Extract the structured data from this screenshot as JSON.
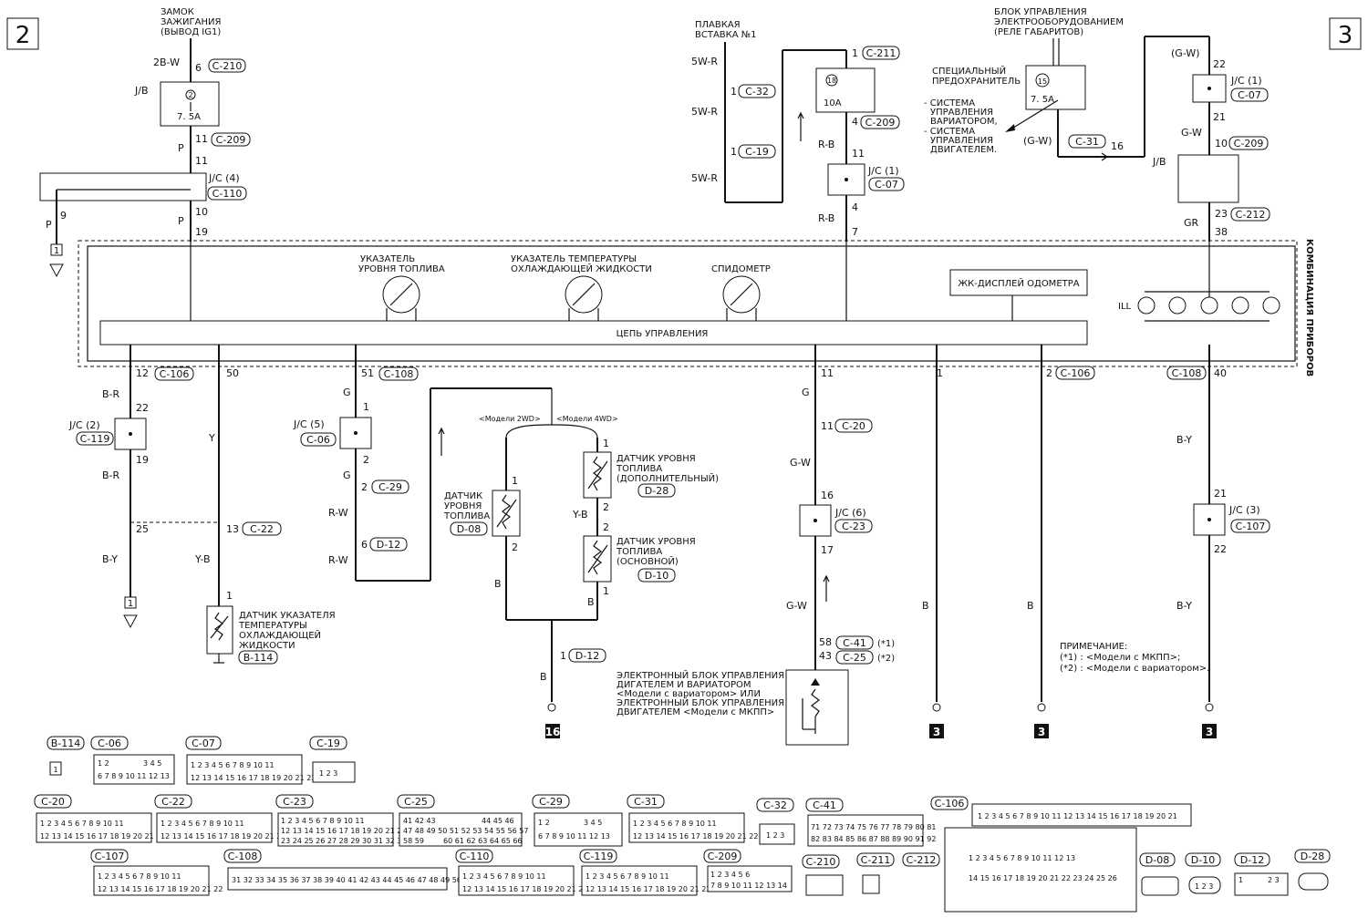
{
  "page": {
    "left_tag": "2",
    "right_tag": "3"
  },
  "top": {
    "ignition": {
      "line1": "ЗАМОК",
      "line2": "ЗАЖИГАНИЯ",
      "line3": "(ВЫВОД IG1)",
      "wire": "2B-W",
      "pin": "6",
      "conn": "C-210"
    },
    "jb_left": {
      "label": "J/B",
      "fuse_no": "2",
      "fuse_rating": "7. 5A",
      "pin_out": "11",
      "conn": "C-209",
      "wire": "P"
    },
    "jc4": {
      "label": "J/C (4)",
      "conn": "C-110",
      "pin_in": "11",
      "pin_out": "10",
      "pin_left": "9",
      "wire_left": "P",
      "wire_down": "P",
      "cluster_pin": "19"
    },
    "fusible": {
      "line1": "ПЛАВКАЯ",
      "line2": "ВСТАВКА №1",
      "wire1": "5W-R",
      "wire2": "5W-R",
      "wire3": "5W-R",
      "pin_a": "1",
      "conn_a": "C-32",
      "pin_b": "1",
      "conn_b": "C-19"
    },
    "fuse18": {
      "pin_in": "1",
      "conn_in": "C-211",
      "fuse_no": "18",
      "rating": "10A",
      "pin_out": "4",
      "conn_out": "C-209",
      "wire": "R-B"
    },
    "jc1_mid": {
      "label": "J/C (1)",
      "conn": "C-07",
      "pin_in": "11",
      "pin_out": "4",
      "wire": "R-B",
      "cluster_pin": "7"
    },
    "control_unit": {
      "line1": "БЛОК УПРАВЛЕНИЯ",
      "line2": "ЭЛЕКТРООБОРУДОВАНИЕМ",
      "line3": "(РЕЛЕ ГАБАРИТОВ)"
    },
    "special_fuse": {
      "line1": "СПЕЦИАЛЬНЫЙ",
      "line2": "ПРЕДОХРАНИТЕЛЬ",
      "fuse_no": "15",
      "rating": "7. 5A"
    },
    "systems": {
      "line1": "- СИСТЕМА",
      "line2": "УПРАВЛЕНИЯ",
      "line3": "ВАРИАТОРОМ,",
      "line4": "- СИСТЕМА",
      "line5": "УПРАВЛЕНИЯ",
      "line6": "ДВИГАТЕЛЕМ."
    },
    "c31": {
      "wire": "(G-W)",
      "conn": "C-31",
      "pin": "16"
    },
    "right_col": {
      "wire_top": "(G-W)",
      "pin1": "22",
      "jc_label": "J/C (1)",
      "jc_conn": "C-07",
      "pin2": "21",
      "wire_mid": "G-W",
      "pin3": "10",
      "conn3": "C-209",
      "jb": "J/B",
      "pin4": "23",
      "conn4": "C-212",
      "wire_bot": "GR",
      "cluster_pin": "38"
    }
  },
  "cluster": {
    "title": "КОМБИНАЦИЯ ПРИБОРОВ",
    "fuel_gauge": {
      "line1": "УКАЗАТЕЛЬ",
      "line2": "УРОВНЯ ТОПЛИВА"
    },
    "temp_gauge": {
      "line1": "УКАЗАТЕЛЬ ТЕМПЕРАТУРЫ",
      "line2": "ОХЛАЖДАЮЩЕЙ ЖИДКОСТИ"
    },
    "speedometer": "СПИДОМЕТР",
    "odometer": "ЖК-ДИСПЛЕЙ ОДОМЕТРА",
    "control_circuit": "ЦЕПЬ УПРАВЛЕНИЯ",
    "ill": "ILL"
  },
  "bottom": {
    "c1": {
      "pin": "12",
      "conn": "C-106",
      "wire1": "B-R",
      "pin2": "22",
      "jc": "J/C (2)",
      "jc_conn": "C-119",
      "pin3": "19",
      "wire2": "B-R",
      "pin4": "25",
      "wire3": "B-Y",
      "term": "1"
    },
    "c2": {
      "pin": "50",
      "wire1": "Y",
      "pin2": "13",
      "conn2": "C-22",
      "wire2": "Y-B",
      "pin3": "1",
      "sensor_line1": "ДАТЧИК УКАЗАТЕЛЯ",
      "sensor_line2": "ТЕМПЕРАТУРЫ",
      "sensor_line3": "ОХЛАЖДАЮЩЕЙ",
      "sensor_line4": "ЖИДКОСТИ",
      "sensor_conn": "B-114"
    },
    "c3": {
      "pin": "51",
      "conn": "C-108",
      "wire1": "G",
      "pin1": "1",
      "jc": "J/C (5)",
      "jc_conn": "C-06",
      "pin2": "2",
      "wire2": "G",
      "pin3": "2",
      "conn3": "C-29",
      "wire3": "R-W",
      "pin4": "6",
      "conn4": "D-12",
      "wire4": "R-W"
    },
    "models2wd": "<Модели 2WD>",
    "models4wd": "<Модели 4WD>",
    "fuel_sensor": {
      "line1": "ДАТЧИК",
      "line2": "УРОВНЯ",
      "line3": "ТОПЛИВА",
      "conn": "D-08",
      "pin1": "1",
      "pin2": "2",
      "wire": "B"
    },
    "fuel_sensor_aux": {
      "line1": "ДАТЧИК УРОВНЯ",
      "line2": "ТОПЛИВА",
      "line3": "(ДОПОЛНИТЕЛЬНЫЙ)",
      "conn": "D-28",
      "pin1": "1",
      "pin2": "2",
      "wire": "Y-B"
    },
    "fuel_sensor_main": {
      "line1": "ДАТЧИК УРОВНЯ",
      "line2": "ТОПЛИВА",
      "line3": "(ОСНОВНОЙ)",
      "conn": "D-10",
      "pin1": "2",
      "pin2": "1",
      "wire": "B"
    },
    "fuel_ground": {
      "pin": "1",
      "conn": "D-12",
      "wire": "B",
      "term": "16"
    },
    "c4": {
      "pin": "11",
      "wire1": "G",
      "pin2": "11",
      "conn2": "C-20",
      "wire2": "G-W",
      "pin3": "16",
      "jc": "J/C (6)",
      "jc_conn": "C-23",
      "pin4": "17",
      "wire3": "G-W",
      "pin5": "58",
      "conn5": "C-41",
      "note5": "(*1)",
      "pin6": "43",
      "conn6": "C-25",
      "note6": "(*2)"
    },
    "ecu": {
      "line1": "ЭЛЕКТРОННЫЙ БЛОК УПРАВЛЕНИЯ",
      "line2": "ДИГАТЕЛЕМ И ВАРИАТОРОМ",
      "line3": "<Модели с вариатором> ИЛИ",
      "line4": "ЭЛЕКТРОННЫЙ БЛОК УПРАВЛЕНИЯ",
      "line5": "ДВИГАТЕЛЕМ <Модели с МКПП>"
    },
    "c5": {
      "pin": "1",
      "wire": "B",
      "term": "3"
    },
    "c6": {
      "pin": "2",
      "conn": "C-106",
      "wire": "B",
      "term": "3"
    },
    "c7": {
      "conn": "C-108",
      "pin": "40",
      "wire1": "B-Y",
      "pin2": "21",
      "jc": "J/C (3)",
      "jc_conn": "C-107",
      "pin3": "22",
      "wire2": "B-Y",
      "term": "3"
    },
    "note": {
      "title": "ПРИМЕЧАНИЕ:",
      "n1": "(*1) : <Модели с МКПП>;",
      "n2": "(*2) : <Модели с вариатором>."
    }
  },
  "connectors": [
    "B-114",
    "C-06",
    "C-07",
    "C-19",
    "C-20",
    "C-22",
    "C-23",
    "C-25",
    "C-29",
    "C-31",
    "C-32",
    "C-41",
    "C-106",
    "C-107",
    "C-108",
    "C-110",
    "C-119",
    "C-209",
    "C-210",
    "C-211",
    "C-212",
    "D-08",
    "D-10",
    "D-12",
    "D-28"
  ]
}
